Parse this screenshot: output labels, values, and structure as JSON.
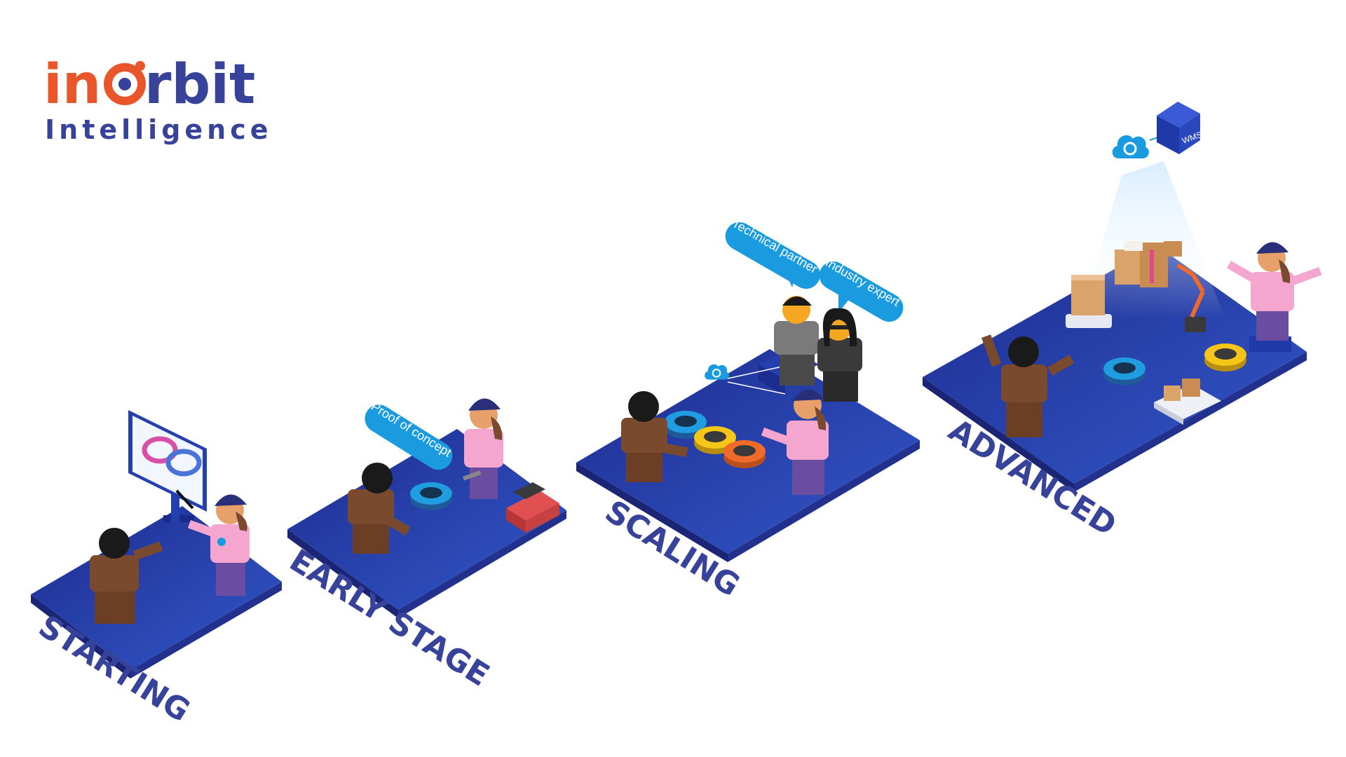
{
  "logo": {
    "word_part1": "in",
    "word_part2": "rbit",
    "subtitle": "Intelligence",
    "colors": {
      "orange": "#e8562a",
      "navy": "#37429a"
    }
  },
  "stages": [
    {
      "label": "STARTING"
    },
    {
      "label": "EARLY STAGE"
    },
    {
      "label": "SCALING"
    },
    {
      "label": "ADVANCED"
    }
  ],
  "bubbles": {
    "proof": "Proof of concept",
    "technical": "Technical partner",
    "industry": "Industry expert"
  },
  "wms_label": "WMS",
  "colors": {
    "platform_top": "#2a3fa8",
    "platform_side": "#1a2576",
    "bubble": "#1a9be0",
    "robot_blue": "#1f9de0",
    "robot_yellow": "#f5c518",
    "robot_orange": "#f06a2a",
    "shirt_pink": "#f4a6cf",
    "jacket_brown": "#7a4a2e",
    "cap_navy": "#2a2f7a"
  }
}
